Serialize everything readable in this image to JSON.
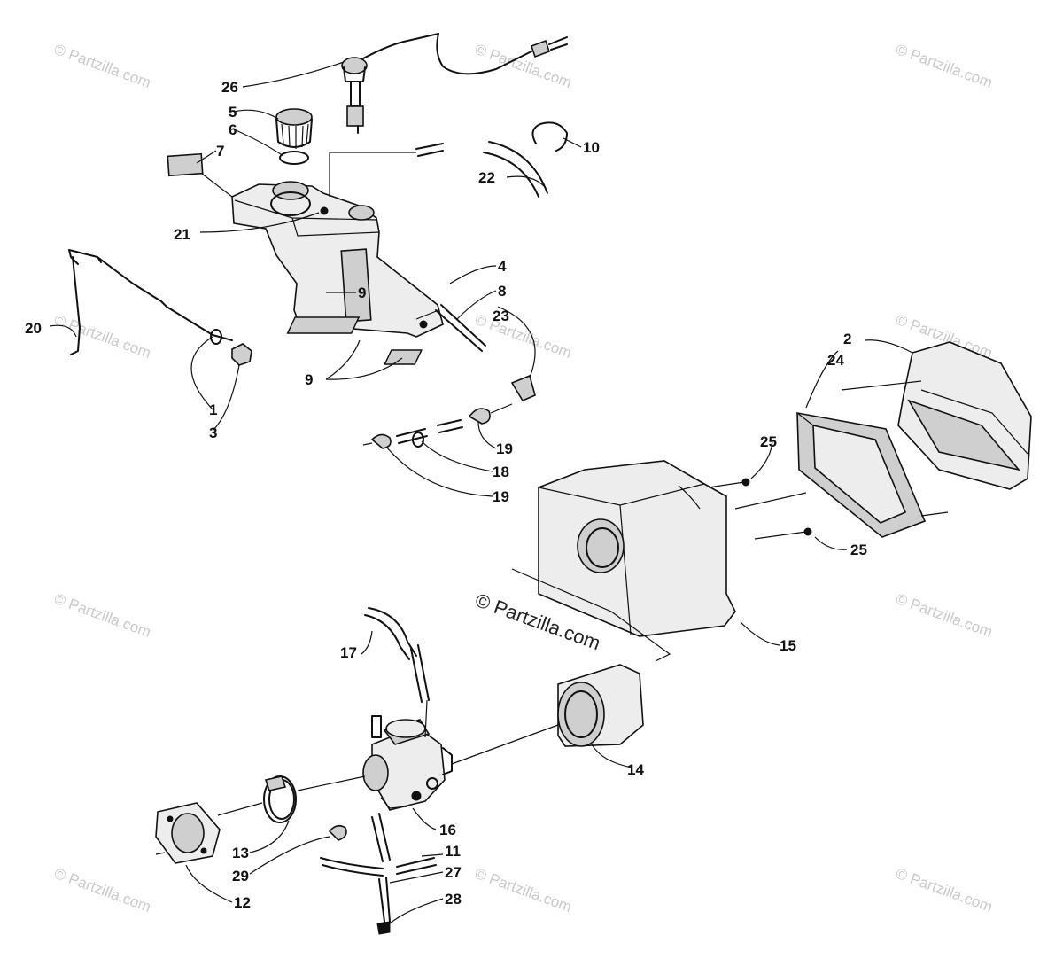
{
  "watermark": {
    "text": "© Partzilla.com",
    "main_text": "© Partzilla.com"
  },
  "callouts": {
    "c1": "1",
    "c2": "2",
    "c3": "3",
    "c4": "4",
    "c5": "5",
    "c6": "6",
    "c7": "7",
    "c8": "8",
    "c9a": "9",
    "c9b": "9",
    "c10": "10",
    "c11": "11",
    "c12": "12",
    "c13": "13",
    "c14": "14",
    "c15": "15",
    "c16": "16",
    "c17": "17",
    "c18": "18",
    "c19a": "19",
    "c19b": "19",
    "c20": "20",
    "c21": "21",
    "c22": "22",
    "c23": "23",
    "c24": "24",
    "c25a": "25",
    "c25b": "25",
    "c26": "26",
    "c27": "27",
    "c28": "28",
    "c29": "29"
  }
}
